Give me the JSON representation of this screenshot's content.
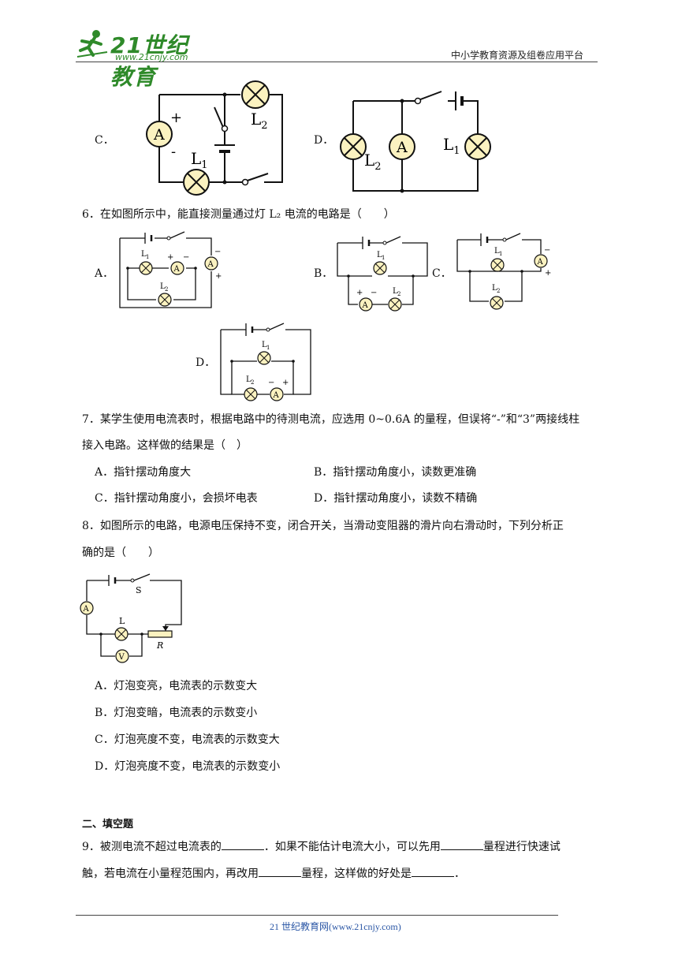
{
  "header": {
    "logo_text": "21世纪教育",
    "logo_url": "www.21cnjy.com",
    "platform": "中小学教育资源及组卷应用平台"
  },
  "q5": {
    "optC_label": "C．",
    "optD_label": "D．",
    "L1": "L1",
    "L2": "L2",
    "ammeter": "A",
    "plus": "+",
    "minus": "-"
  },
  "q6": {
    "stem": "6．在如图所示中，能直接测量通过灯 L₂ 电流的电路是（　　）",
    "optA_label": "A．",
    "optB_label": "B．",
    "optC_label": "C．",
    "optD_label": "D．"
  },
  "q7": {
    "stem_line1": "7．某学生使用电流表时，根据电路中的待测电流，应选用 0~0.6A 的量程，但误将“-”和“3”两接线柱",
    "stem_line2": "接入电路。这样做的结果是（　）",
    "options": [
      "A．指针摆动角度大",
      "B．指针摆动角度小，读数更准确",
      "C．指针摆动角度小，会损坏电表",
      "D．指针摆动角度小，读数不精确"
    ]
  },
  "q8": {
    "stem_line1": "8．如图所示的电路，电源电压保持不变，闭合开关，当滑动变阻器的滑片向右滑动时，下列分析正",
    "stem_line2": "确的是（　　）",
    "labels": {
      "S": "S",
      "L": "L",
      "R": "R",
      "A": "A",
      "V": "V"
    },
    "options": [
      "A．灯泡变亮，电流表的示数变大",
      "B．灯泡变暗，电流表的示数变小",
      "C．灯泡亮度不变，电流表的示数变大",
      "D．灯泡亮度不变，电流表的示数变小"
    ]
  },
  "section2": {
    "title": "二、填空题"
  },
  "q9": {
    "p1": "9．被测电流不超过电流表的",
    "p2": "．如果不能估计电流大小，可以先用",
    "p3": "量程进行快速试",
    "p4": "触，若电流在小量程范围内，再改用",
    "p5": "量程，这样做的好处是",
    "p6": "．"
  },
  "footer": {
    "text": "21 世纪教育网(www.21cnjy.com)"
  }
}
